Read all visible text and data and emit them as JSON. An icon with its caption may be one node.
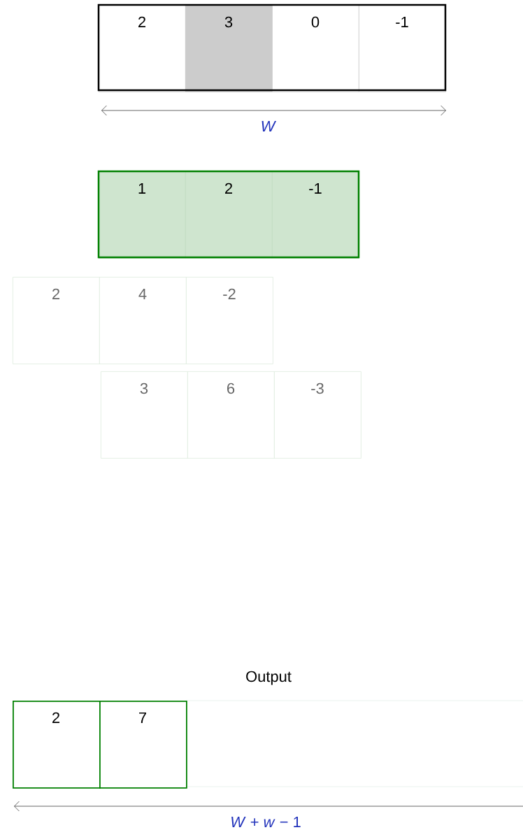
{
  "diagram": {
    "nodes": [
      {
        "text": [
          "2"
        ]
      },
      {
        "text": [
          "3"
        ]
      },
      {
        "text": [
          "0"
        ]
      },
      {
        "text": [
          "-1"
        ]
      },
      {
        "text": [
          "1"
        ]
      },
      {
        "text": [
          "2"
        ]
      },
      {
        "text": [
          "-1"
        ]
      },
      {
        "text": [
          "2"
        ]
      },
      {
        "text": [
          "4"
        ]
      },
      {
        "text": [
          "-2"
        ]
      },
      {
        "text": [
          "3"
        ]
      },
      {
        "text": [
          "6"
        ]
      },
      {
        "text": [
          "-3"
        ]
      },
      {
        "text": [
          "2"
        ]
      },
      {
        "text": [
          "7"
        ]
      }
    ],
    "labels": [
      "W",
      "Output",
      "*W* + *w* − 1"
    ]
  }
}
